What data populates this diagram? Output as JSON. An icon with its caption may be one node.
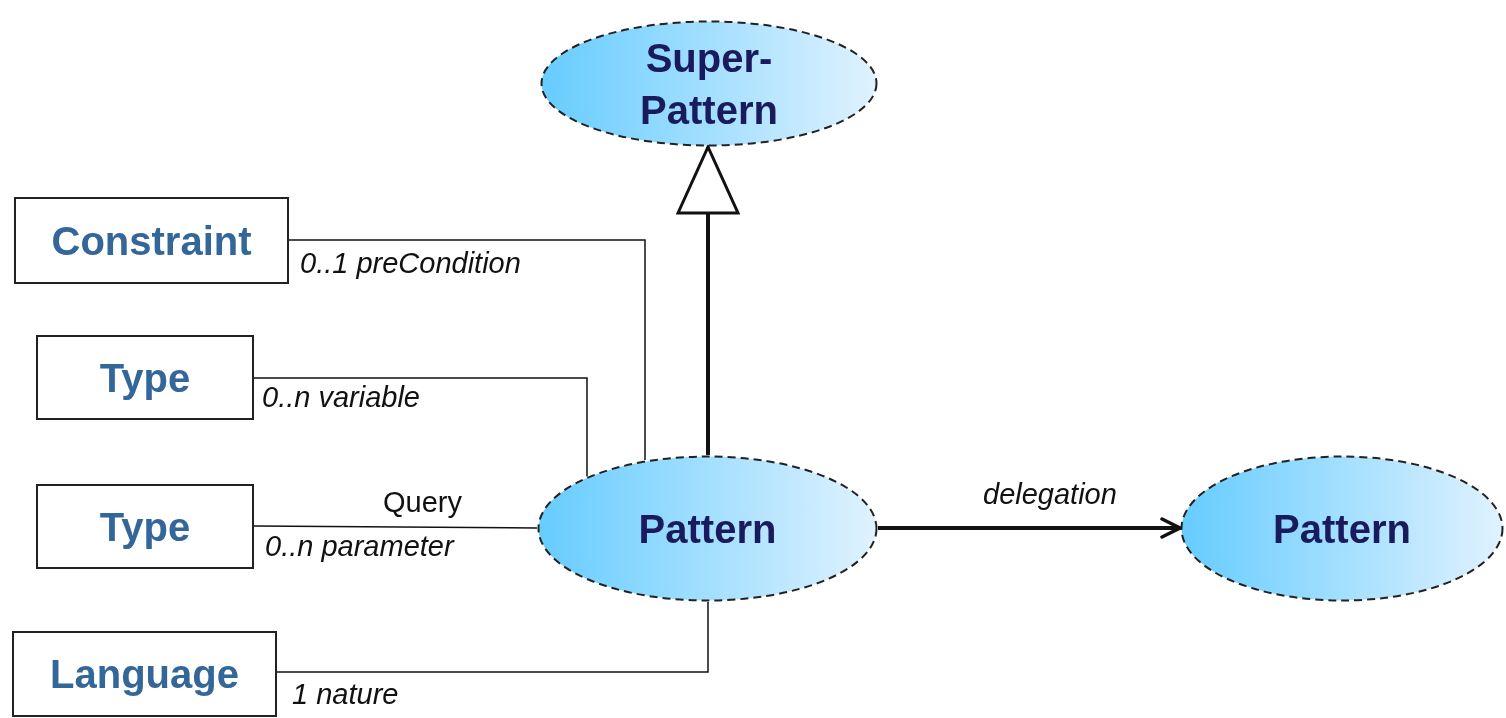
{
  "diagram": {
    "nodes": [
      {
        "text": [
          "Super- Pattern"
        ]
      },
      {
        "text": [
          "Constraint"
        ]
      },
      {
        "text": [
          "Type"
        ]
      },
      {
        "text": [
          "Type"
        ]
      },
      {
        "text": [
          "Pattern"
        ]
      },
      {
        "text": [
          "Pattern"
        ]
      },
      {
        "text": [
          "Language"
        ]
      }
    ],
    "edges": [
      {
        "from": 4,
        "to": 0,
        "arrow": "to",
        "style": "thick"
      },
      {
        "from": 1,
        "to": 4,
        "arrow": "none",
        "label": "0..1 preCondition"
      },
      {
        "from": 2,
        "to": 4,
        "arrow": "none",
        "label": "0..n variable"
      },
      {
        "from": 3,
        "to": 4,
        "arrow": "none",
        "label": "0..n parameter"
      },
      {
        "from": 4,
        "to": 5,
        "arrow": "to",
        "style": "thick",
        "label": "delegation"
      },
      {
        "from": 6,
        "to": 4,
        "arrow": "none",
        "label": "1 nature"
      }
    ],
    "labels": [
      "Query"
    ]
  }
}
